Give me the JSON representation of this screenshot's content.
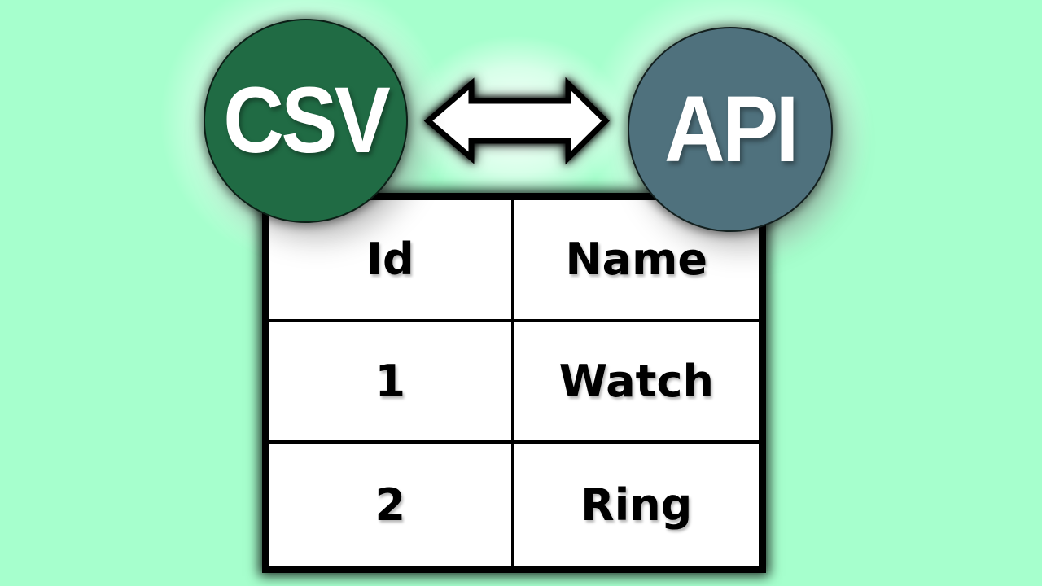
{
  "canvas": {
    "background_color": "#A6FFCD"
  },
  "csv_badge": {
    "label": "CSV",
    "fill_color": "#206B44",
    "text_color": "#FFFFFF"
  },
  "api_badge": {
    "label": "API",
    "fill_color": "#4F717D",
    "text_color": "#FFFFFF"
  },
  "sync_arrow": {
    "icon": "double-headed-arrow",
    "fill_color": "#FFFFFF",
    "outline_color": "#000000"
  },
  "table": {
    "headers": [
      "Id",
      "Name"
    ],
    "rows": [
      [
        "1",
        "Watch"
      ],
      [
        "2",
        "Ring"
      ]
    ],
    "border_color": "#000000",
    "cell_background_color": "#FFFFFF",
    "text_color": "#000000"
  }
}
